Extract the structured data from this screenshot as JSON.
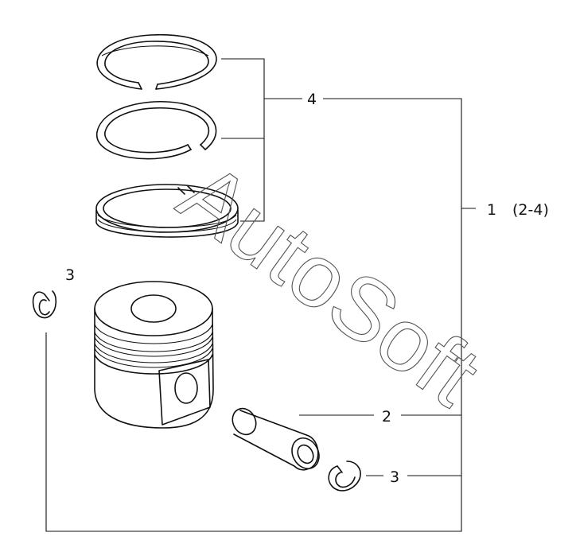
{
  "diagram": {
    "callouts": {
      "assembly": "1",
      "assembly_range": "(2-4)",
      "pin": "2",
      "clip_left": "3",
      "clip_right": "3",
      "rings": "4"
    },
    "watermark": "AutoSoft",
    "parts": [
      "piston-ring-top",
      "piston-ring-middle",
      "piston-ring-oil",
      "piston",
      "piston-pin",
      "snap-ring-left",
      "snap-ring-right"
    ]
  }
}
